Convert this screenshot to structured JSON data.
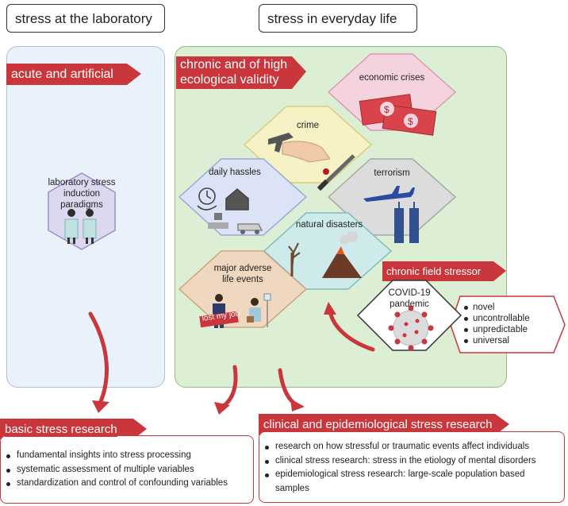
{
  "headers": {
    "lab": "stress at the laboratory",
    "life": "stress in everyday life"
  },
  "banners": {
    "lab": "acute and artificial",
    "life_line1": "chronic and of high",
    "life_line2": "ecological validity",
    "field": "chronic field stressor"
  },
  "hexagons": {
    "lab_line1": "laboratory stress",
    "lab_line2": "induction paradigms",
    "economic": "economic crises",
    "crime": "crime",
    "daily": "daily hassles",
    "terrorism": "terrorism",
    "natural": "natural disasters",
    "major_line1": "major adverse",
    "major_line2": "life events",
    "lost_job": "lost my job",
    "covid_line1": "COVID-19",
    "covid_line2": "pandemic"
  },
  "properties": [
    "novel",
    "uncontrollable",
    "unpredictable",
    "universal"
  ],
  "basic": {
    "title": "basic stress research",
    "items": [
      "fundamental insights into stress processing",
      "systematic assessment of multiple variables",
      "standardization and control of confounding variables"
    ]
  },
  "clinical": {
    "title": "clinical and epidemiological stress research",
    "items": [
      "research on how stressful or traumatic events affect individuals",
      "clinical stress research: stress in the etiology of mental disorders",
      "epidemiological stress research: large-scale population based samples"
    ]
  },
  "colors": {
    "accent_red": "#c9373c",
    "lab_panel": "#e9f1fb",
    "life_panel": "#dcefd4",
    "hex_lab": "#dcd8f0",
    "hex_economic": "#f4d3df",
    "hex_crime": "#f6f2c6",
    "hex_daily": "#dde3f6",
    "hex_terror": "#dcdcdc",
    "hex_natural": "#cfeaea",
    "hex_major": "#efd8bf"
  }
}
